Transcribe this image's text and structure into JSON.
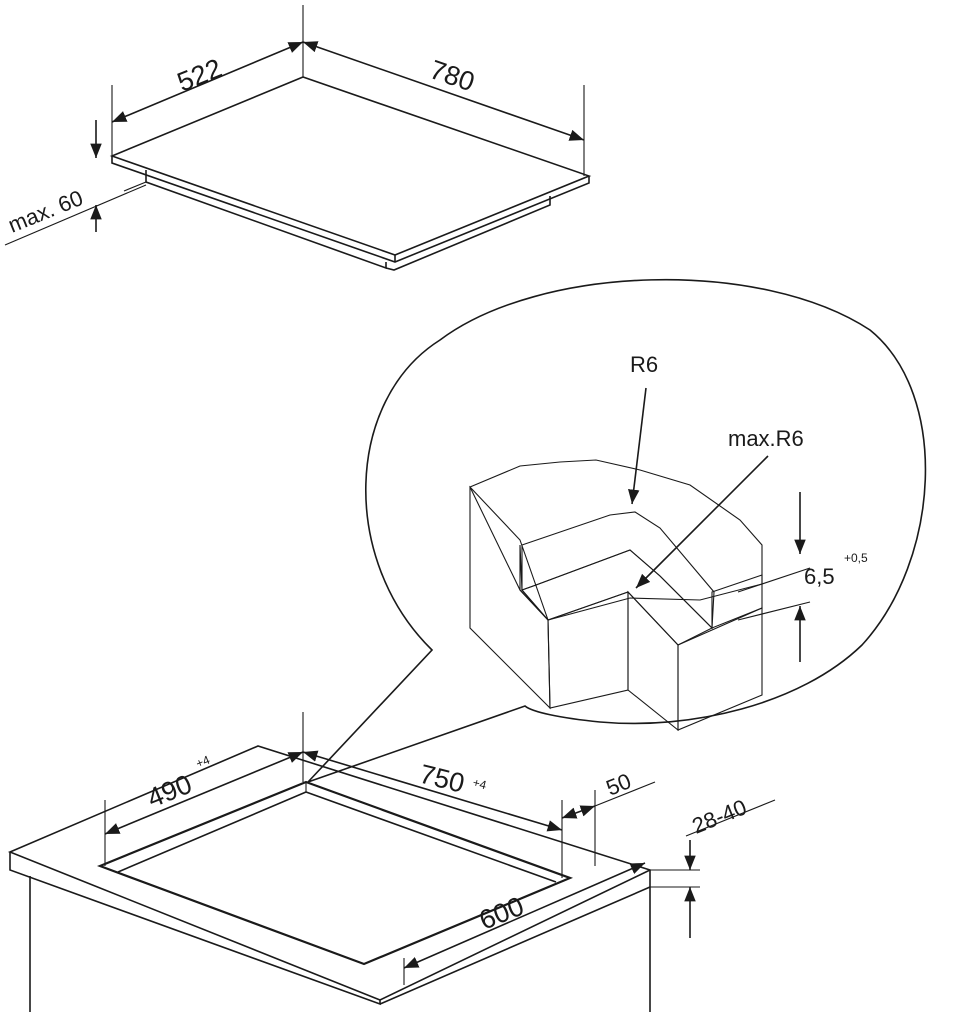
{
  "hob": {
    "depth": "522",
    "width": "780",
    "height": "max. 60"
  },
  "cutout": {
    "depth": "490",
    "depth_tol": "+4",
    "width": "750",
    "width_tol": "+4",
    "rear_margin": "50",
    "worktop_thickness": "28-40",
    "worktop_depth": "600"
  },
  "detail": {
    "outer_radius": "R6",
    "inner_radius": "max.R6",
    "rebate_depth": "6,5",
    "rebate_tol": "+0,5"
  }
}
